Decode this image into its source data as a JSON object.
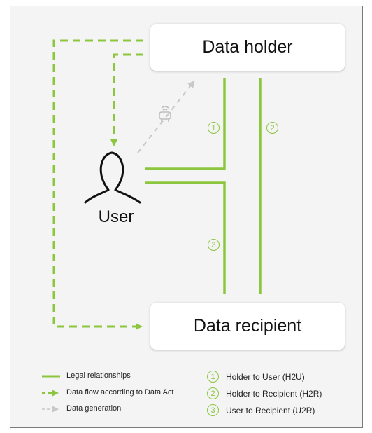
{
  "nodes": {
    "holder": "Data holder",
    "recipient": "Data recipient",
    "user": "User"
  },
  "relationship_markers": [
    "1",
    "2",
    "3"
  ],
  "legend": {
    "legal": "Legal relationships",
    "flow": "Data flow according to Data Act",
    "generation": "Data generation"
  },
  "relationships": [
    {
      "number": "1",
      "label": "Holder to User (H2U)"
    },
    {
      "number": "2",
      "label": "Holder to Recipient (H2R)"
    },
    {
      "number": "3",
      "label": "User to Recipient (U2R)"
    }
  ],
  "colors": {
    "green": "#8cc63f",
    "grey": "#c8c8c8",
    "text": "#111111"
  },
  "icons": {
    "user": "person-outline-icon",
    "device": "connected-device-icon"
  }
}
